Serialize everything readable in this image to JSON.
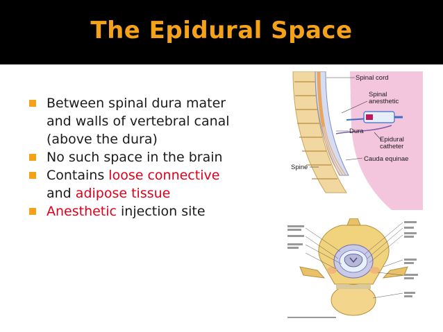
{
  "slide": {
    "title": "The Epidural Space",
    "accent_color": "#f5a21b",
    "highlight_color": "#e0001b",
    "bullets": [
      {
        "parts": [
          "Between spinal dura mater",
          "and walls of vertebral canal",
          "(above the dura)"
        ]
      },
      {
        "text": "No such space in the brain"
      },
      {
        "pre": "Contains ",
        "red1": "loose connective",
        "mid": "and ",
        "red2": "adipose tissue"
      },
      {
        "red": "Anesthetic",
        "post": " injection site"
      }
    ]
  },
  "figure_top": {
    "labels": {
      "spinal_cord": "Spinal cord",
      "spinal_anesthetic_1": "Spinal",
      "spinal_anesthetic_2": "anesthetic",
      "dura": "Dura",
      "epidural_catheter_1": "Epidural",
      "epidural_catheter_2": "catheter",
      "cauda_equinae": "Cauda equinae",
      "spine": "Spine"
    }
  }
}
